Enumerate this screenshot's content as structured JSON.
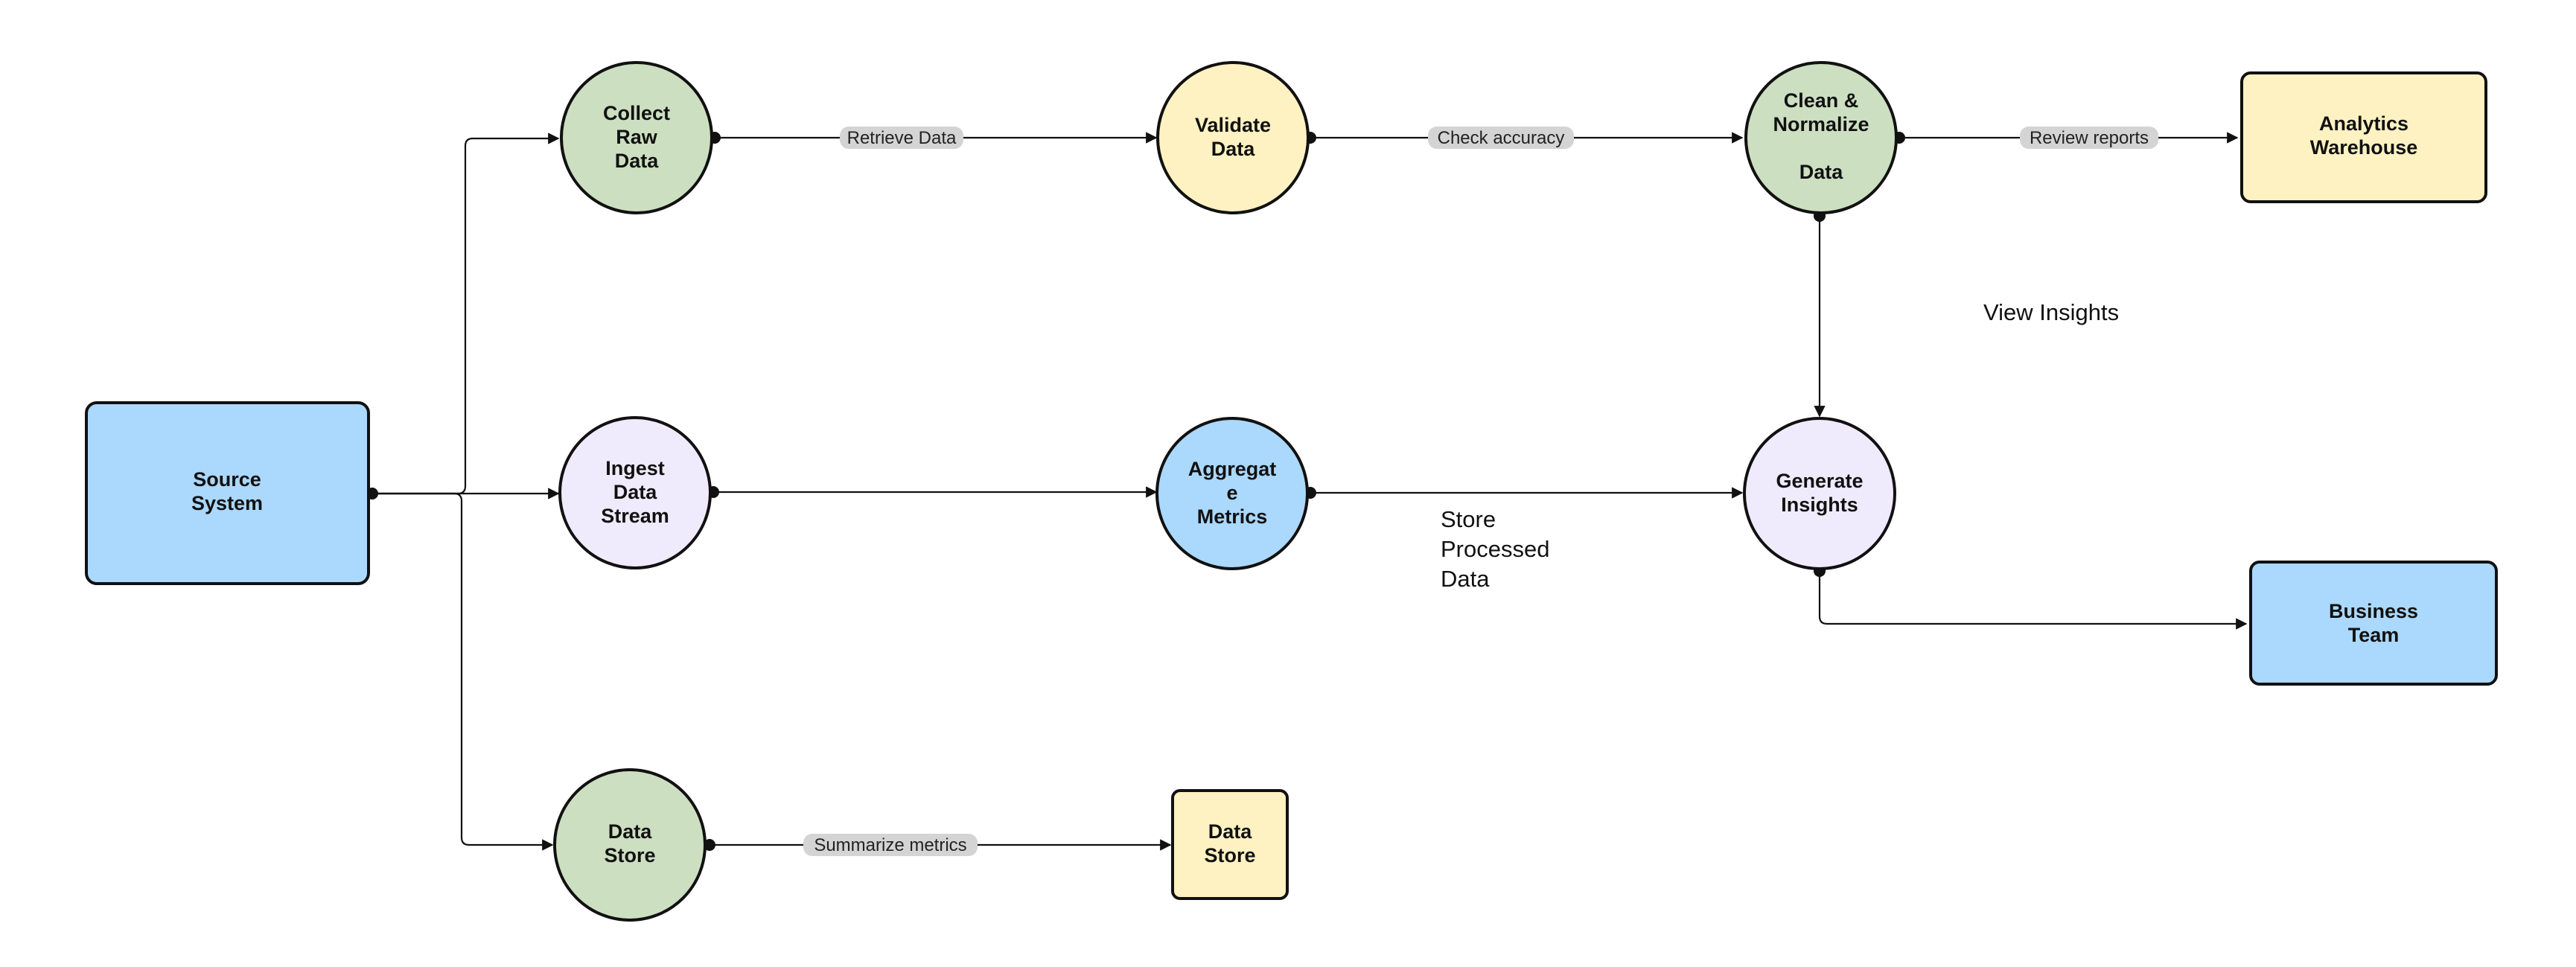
{
  "colors": {
    "green": "#ccdfc1",
    "yellow": "#fff2c2",
    "purple": "#f0eafd",
    "blue": "#abd8fd",
    "label_bg": "#d4d4d4",
    "line": "#111111"
  },
  "nodes": {
    "source_system": {
      "lines": [
        "Source",
        "System"
      ],
      "color": "blue"
    },
    "collect_raw_data": {
      "lines": [
        "Collect",
        "Raw",
        "Data"
      ],
      "color": "green"
    },
    "validate_data": {
      "lines": [
        "Validate",
        "Data"
      ],
      "color": "yellow"
    },
    "clean_normalize": {
      "lines": [
        "Clean &",
        "Normalize",
        "",
        "Data"
      ],
      "color": "green"
    },
    "analytics_warehouse": {
      "lines": [
        "Analytics",
        "Warehouse"
      ],
      "color": "yellow"
    },
    "ingest_data_stream": {
      "lines": [
        "Ingest",
        "Data",
        "Stream"
      ],
      "color": "purple"
    },
    "aggregate_metrics": {
      "lines": [
        "Aggregat",
        "e",
        "Metrics"
      ],
      "color": "blue"
    },
    "generate_insights": {
      "lines": [
        "Generate",
        "Insights"
      ],
      "color": "purple"
    },
    "business_team": {
      "lines": [
        "Business",
        "Team"
      ],
      "color": "blue"
    },
    "data_store_circle": {
      "lines": [
        "Data",
        "Store"
      ],
      "color": "green"
    },
    "data_store_box": {
      "lines": [
        "Data",
        "Store"
      ],
      "color": "yellow"
    }
  },
  "edge_labels": {
    "retrieve_data": "Retrieve Data",
    "check_accuracy": "Check accuracy",
    "review_reports": "Review reports",
    "summarize_metrics": "Summarize metrics"
  },
  "free_labels": {
    "view_insights": [
      "View Insights"
    ],
    "store_processed_data": [
      "Store",
      "Processed",
      "Data"
    ]
  }
}
